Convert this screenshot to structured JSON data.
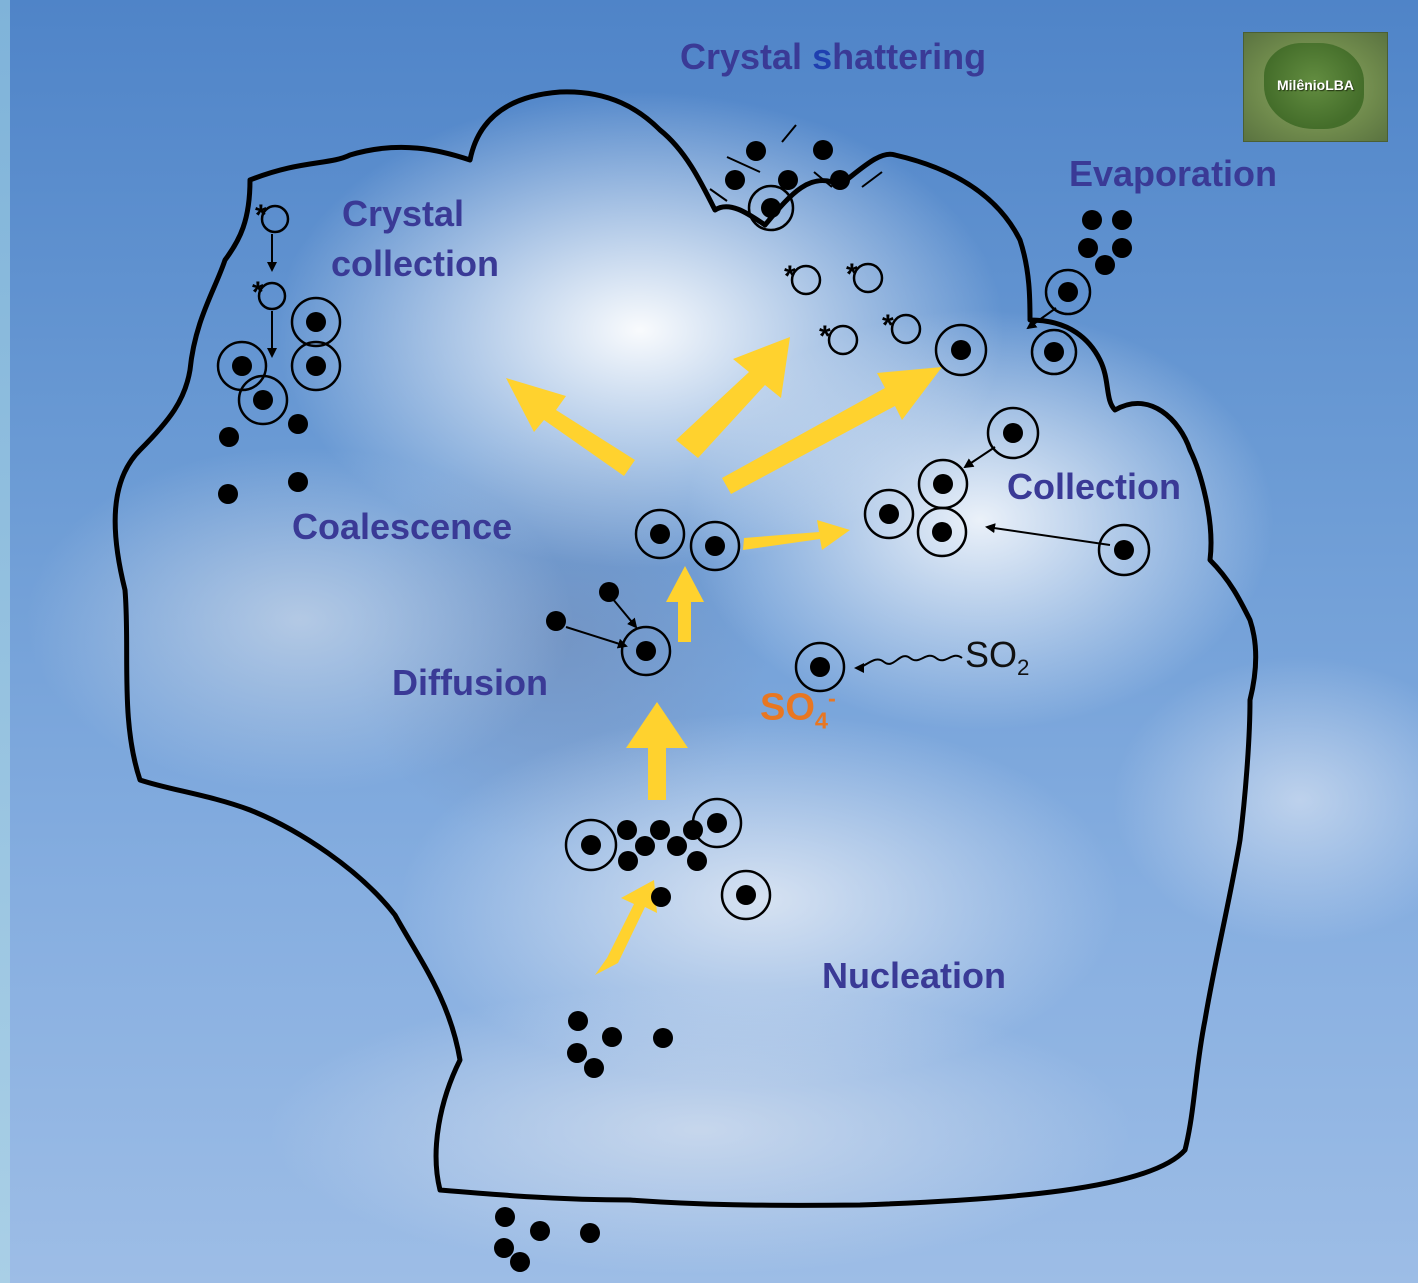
{
  "labels": {
    "crystal_shattering_prefix": "Crystal ",
    "crystal_shattering_s": "s",
    "crystal_shattering_rest": "hattering",
    "evaporation": "Evaporation",
    "crystal": "Crystal",
    "collection_word": "collection",
    "coalescence": "Coalescence",
    "collection": "Collection",
    "diffusion": "Diffusion",
    "nucleation": "Nucleation",
    "so2_main": "SO",
    "so2_sub": "2",
    "so4_main": "SO",
    "so4_sub": "4",
    "so4_sup": "-"
  },
  "logo": {
    "text": "MilênioLBA"
  },
  "colors": {
    "label_text": "#3a3a96",
    "shattering_s": "#1f3fb0",
    "so4": "#e87722",
    "arrow_yellow": "#ffd22e",
    "outline": "#000000"
  }
}
